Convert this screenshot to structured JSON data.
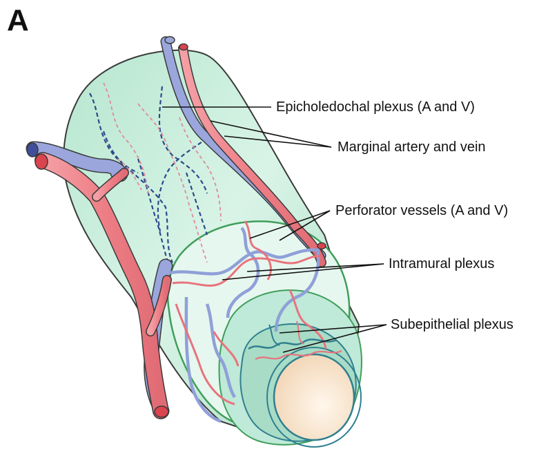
{
  "panel_letter": "A",
  "labels": {
    "epicholedochal": "Epicholedochal plexus (A and V)",
    "marginal": "Marginal artery and vein",
    "perforator": "Perforator vessels (A and V)",
    "intramural": "Intramural plexus",
    "subepithelial": "Subepithelial plexus"
  },
  "colors": {
    "duct_wall": "#cdeedd",
    "duct_wall_light": "#e6f7ef",
    "section_rim": "#3f9e5a",
    "artery": "#ee7f86",
    "artery_dark": "#d9444f",
    "vein": "#9aa6dc",
    "vein_dark": "#3f4f9a",
    "lumen": "#f8e6cf",
    "dashed_vein": "#2b4a8a",
    "dashed_artery": "#e08a9c"
  }
}
